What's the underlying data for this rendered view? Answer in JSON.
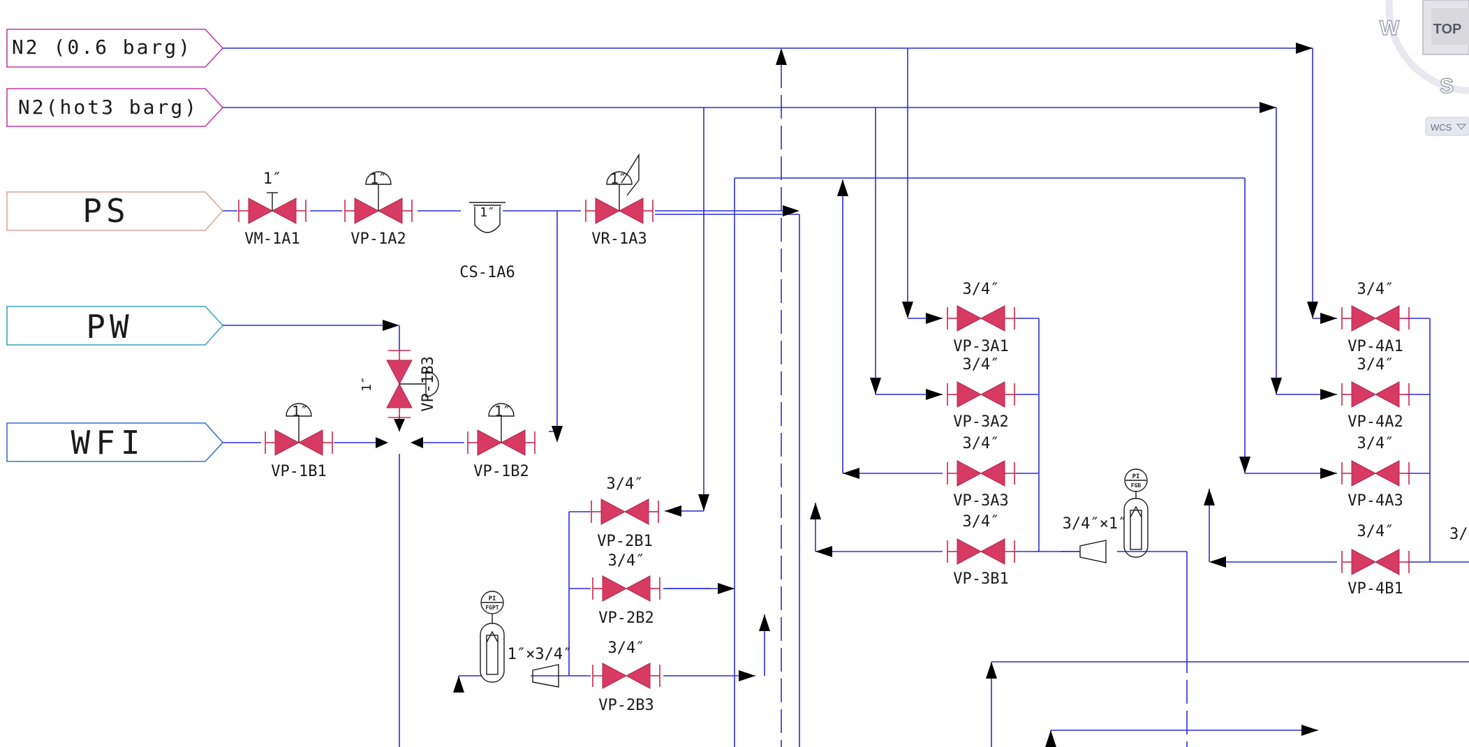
{
  "colors": {
    "pipe": "#2c2cd6",
    "valve": "#d73a62",
    "n2_tag": "#c23aa0",
    "ps_tag": "#d9a79a",
    "pw_tag": "#3aa5b8",
    "wfi_tag": "#3a6ed0"
  },
  "sources": [
    {
      "id": "n2_06",
      "label": "N2 (0.6 barg)"
    },
    {
      "id": "n2_hot",
      "label": "N2(hot3 barg)"
    },
    {
      "id": "ps",
      "label": "PS"
    },
    {
      "id": "pw",
      "label": "PW"
    },
    {
      "id": "wfi",
      "label": "WFI"
    }
  ],
  "valves": [
    {
      "tag": "VM-1A1",
      "size": "1″",
      "actuator": "manual"
    },
    {
      "tag": "VP-1A2",
      "size": "1″",
      "actuator": "diaphragm"
    },
    {
      "tag": "CS-1A6",
      "size": "1″",
      "actuator": "none"
    },
    {
      "tag": "VR-1A3",
      "size": "1″",
      "actuator": "regulator"
    },
    {
      "tag": "VP-1B3",
      "size": "1″",
      "actuator": "diaphragm"
    },
    {
      "tag": "VP-1B1",
      "size": "1″",
      "actuator": "diaphragm"
    },
    {
      "tag": "VP-1B2",
      "size": "1″",
      "actuator": "diaphragm"
    },
    {
      "tag": "VP-2B1",
      "size": "3/4″",
      "actuator": "none"
    },
    {
      "tag": "VP-2B2",
      "size": "3/4″",
      "actuator": "none"
    },
    {
      "tag": "VP-2B3",
      "size": "3/4″",
      "actuator": "none"
    },
    {
      "tag": "VP-3A1",
      "size": "3/4″",
      "actuator": "none"
    },
    {
      "tag": "VP-3A2",
      "size": "3/4″",
      "actuator": "none"
    },
    {
      "tag": "VP-3A3",
      "size": "3/4″",
      "actuator": "none"
    },
    {
      "tag": "VP-3B1",
      "size": "3/4″",
      "actuator": "none"
    },
    {
      "tag": "VP-4A1",
      "size": "3/4″",
      "actuator": "none"
    },
    {
      "tag": "VP-4A2",
      "size": "3/4″",
      "actuator": "none"
    },
    {
      "tag": "VP-4A3",
      "size": "3/4″",
      "actuator": "none"
    },
    {
      "tag": "VP-4B1",
      "size": "3/4″",
      "actuator": "none"
    }
  ],
  "reducers": [
    {
      "label": "1″×3/4″"
    },
    {
      "label": "3/4″×1″"
    }
  ],
  "instruments": [
    {
      "label_top": "PI",
      "label_bottom": "FGPT"
    },
    {
      "label_top": "PI",
      "label_bottom": "FGB"
    }
  ],
  "truncated_label": "3/",
  "viewcube": {
    "top": "TOP",
    "west": "W",
    "south": "S",
    "wcs": "WCS"
  }
}
